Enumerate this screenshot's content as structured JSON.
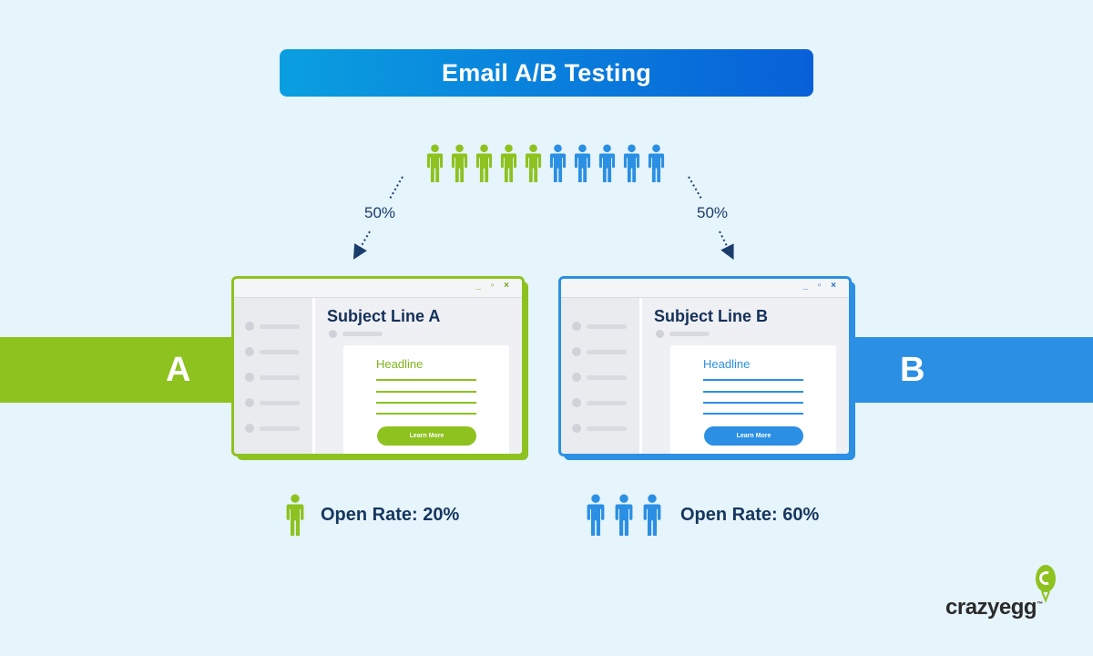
{
  "title": "Email A/B Testing",
  "audience": {
    "group_a_count": 5,
    "group_b_count": 5,
    "split_left": "50%",
    "split_right": "50%"
  },
  "variant_a": {
    "band_label": "A",
    "subject": "Subject Line A",
    "headline": "Headline",
    "cta_label": "Learn More",
    "open_rate_label": "Open Rate: 20%",
    "open_rate": 20,
    "icon_count": 1
  },
  "variant_b": {
    "band_label": "B",
    "subject": "Subject Line B",
    "headline": "Headline",
    "cta_label": "Learn More",
    "open_rate_label": "Open Rate: 60%",
    "open_rate": 60,
    "icon_count": 3
  },
  "window_controls": "_ ▫ ×",
  "brand": {
    "name": "crazyegg",
    "tm": "™"
  },
  "colors": {
    "green": "#8dc21f",
    "blue": "#2b8fe3",
    "navy": "#15365f"
  }
}
